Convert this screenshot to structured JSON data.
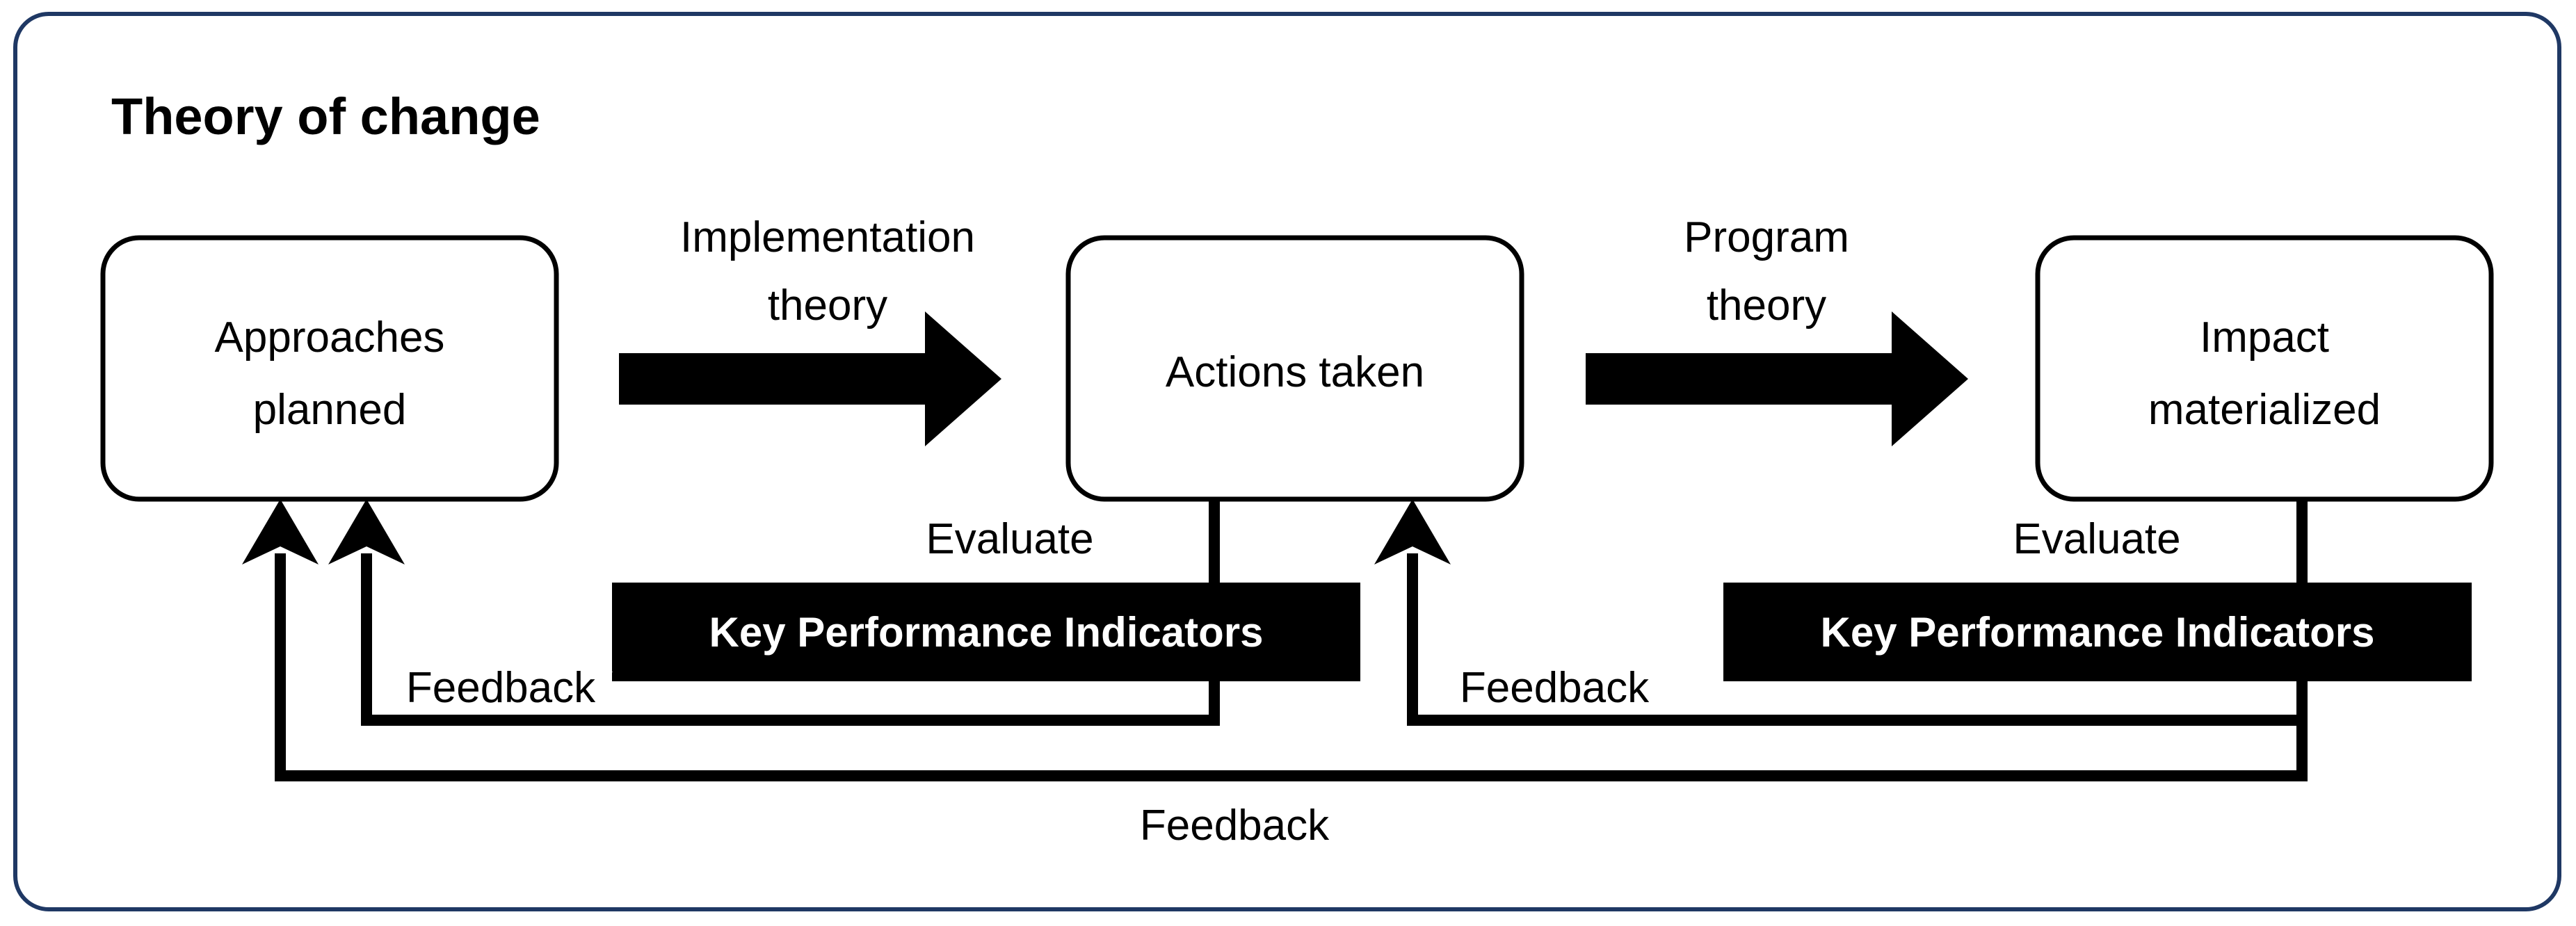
{
  "frame": {
    "border_color": "#1F3864",
    "background": "#FFFFFF"
  },
  "title": "Theory of change",
  "nodes": [
    {
      "id": "approaches",
      "line1": "Approaches",
      "line2": "planned"
    },
    {
      "id": "actions",
      "line1": "Actions taken",
      "line2": ""
    },
    {
      "id": "impact",
      "line1": "Impact",
      "line2": "materialized"
    }
  ],
  "arrows": [
    {
      "id": "implementation",
      "line1": "Implementation",
      "line2": "theory"
    },
    {
      "id": "program",
      "line1": "Program",
      "line2": "theory"
    }
  ],
  "kpi_bars": [
    {
      "id": "kpi-left",
      "label": "Key Performance Indicators",
      "fill": "#000000",
      "text_color": "#FFFFFF"
    },
    {
      "id": "kpi-right",
      "label": "Key Performance Indicators",
      "fill": "#000000",
      "text_color": "#FFFFFF"
    }
  ],
  "evaluate_labels": [
    {
      "id": "evaluate-left",
      "label": "Evaluate"
    },
    {
      "id": "evaluate-right",
      "label": "Evaluate"
    }
  ],
  "feedback_labels": [
    {
      "id": "feedback-inner-left",
      "label": "Feedback"
    },
    {
      "id": "feedback-inner-right",
      "label": "Feedback"
    },
    {
      "id": "feedback-bottom",
      "label": "Feedback"
    }
  ]
}
